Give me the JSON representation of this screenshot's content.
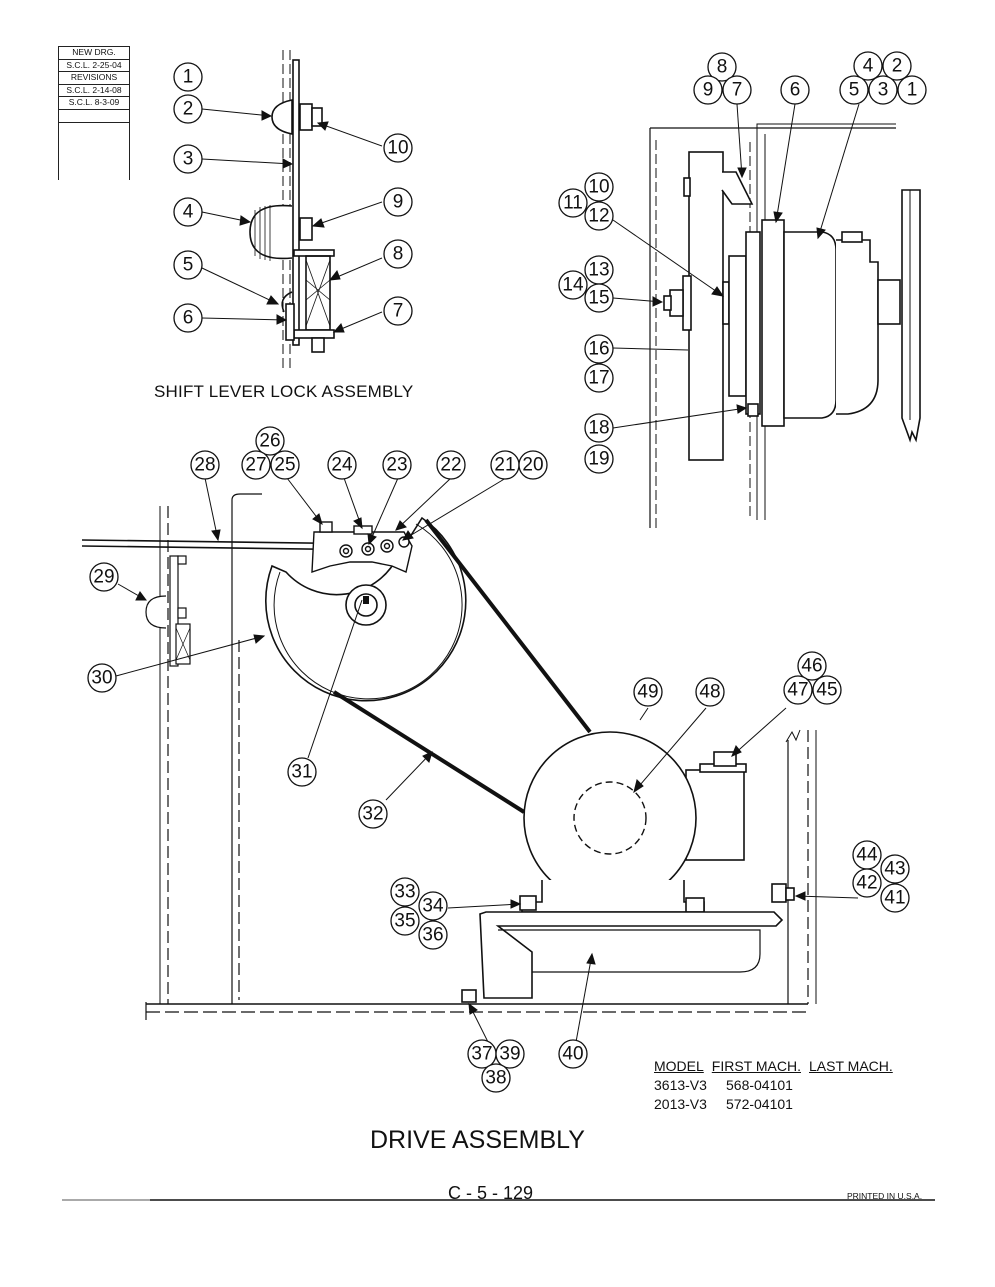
{
  "revision_block": {
    "rows": [
      "NEW DRG.",
      "S.C.L. 2-25-04",
      "REVISIONS",
      "S.C.L. 2-14-08",
      "S.C.L. 8-3-09"
    ]
  },
  "subassembly_title": "SHIFT LEVER LOCK ASSEMBLY",
  "main_title": "DRIVE ASSEMBLY",
  "page_number": "C - 5 - 129",
  "printed_note": "PRINTED IN U.S.A.",
  "model_table": {
    "headers": [
      "MODEL",
      "FIRST MACH.",
      "LAST MACH."
    ],
    "rows": [
      {
        "model": "3613-V3",
        "first": "568-04101",
        "last": ""
      },
      {
        "model": "2013-V3",
        "first": "572-04101",
        "last": ""
      }
    ]
  },
  "callouts": {
    "lock": [
      "1",
      "2",
      "3",
      "4",
      "5",
      "6",
      "7",
      "8",
      "9",
      "10"
    ],
    "clutch": [
      "8",
      "9",
      "7",
      "6",
      "4",
      "2",
      "5",
      "3",
      "1",
      "10",
      "11",
      "12",
      "13",
      "14",
      "15",
      "16",
      "17",
      "18",
      "19"
    ],
    "drive": [
      "26",
      "27",
      "25",
      "28",
      "24",
      "23",
      "22",
      "21",
      "20",
      "29",
      "30",
      "31",
      "32",
      "46",
      "47",
      "45",
      "49",
      "48",
      "44",
      "43",
      "42",
      "41",
      "33",
      "34",
      "35",
      "36",
      "40",
      "37",
      "39",
      "38"
    ]
  }
}
